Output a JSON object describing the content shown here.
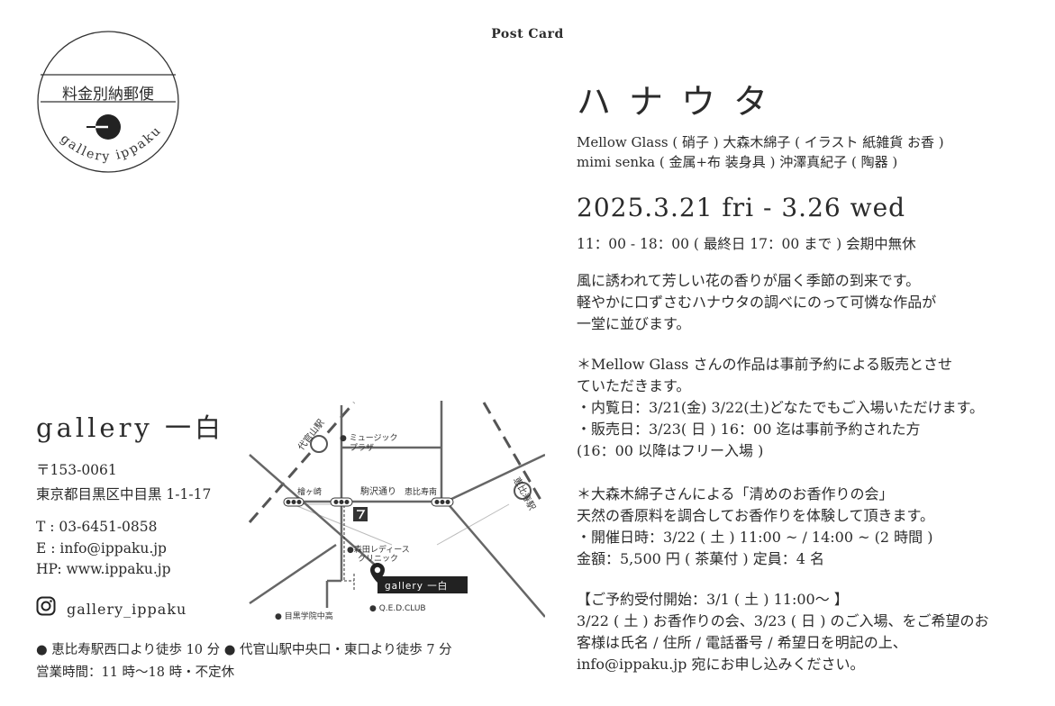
{
  "postcard_title": "Post Card",
  "stamp": {
    "label": "料金別納郵便",
    "arc_text": "gallery ippaku"
  },
  "gallery": {
    "name": "gallery 一白",
    "postal": "〒153-0061",
    "address": "東京都目黒区中目黒 1-1-17",
    "tel": "T :  03-6451-0858",
    "email": "E :  info@ippaku.jp",
    "hp": "HP:  www.ippaku.jp",
    "instagram": "gallery_ippaku",
    "access": "● 恵比寿駅西口より徒歩 10 分  ● 代官山駅中央口・東口より徒歩 7 分",
    "hours": "営業時間：11 時〜18 時・不定休"
  },
  "map": {
    "daikanyama": "代官山駅",
    "music_plaza_1": "● ミュージック",
    "music_plaza_2": "プラザ",
    "hinokizaka": "檜ヶ崎",
    "komazawa": "駒沢通り",
    "ebisu_minami": "恵比寿南",
    "ebisu": "恵比寿駅",
    "morita_1": "●森田レディース",
    "morita_2": "クリニック",
    "gallery_tag": "gallery  一白",
    "qed": "●  Q.E.D.CLUB",
    "meguro_school": "● 目黒学院中高"
  },
  "event": {
    "title": "ハナウタ",
    "artists_1": "Mellow Glass ( 硝子 )   大森木綿子 ( イラスト 紙雑貨 お香 )",
    "artists_2": "mimi senka ( 金属+布  装身具 )    沖澤真紀子 ( 陶器 )",
    "date": "2025.3.21 fri - 3.26 wed",
    "time": "11：00 - 18：00 ( 最終日 17：00 まで )  会期中無休",
    "p1": [
      "風に誘われて芳しい花の香りが届く季節の到来です。",
      "軽やかに口ずさむハナウタの調べにのって可憐な作品が",
      "一堂に並びます。"
    ],
    "p2": [
      "＊Mellow Glass さんの作品は事前予約による販売とさせ",
      "ていただきます。",
      "・内覧日：3/21(金) 3/22(土)どなたでもご入場いただけます。",
      "・販売日：3/23( 日 ) 16：00 迄は事前予約された方",
      "  (16：00 以降はフリー入場 )"
    ],
    "p3": [
      "＊大森木綿子さんによる「清めのお香作りの会」",
      "天然の香原料を調合してお香作りを体験して頂きます。",
      "・開催日時：3/22 ( 土 ) 11:00 ~ / 14:00 ~ (2 時間 )",
      "  金額：5,500 円 ( 茶菓付 ) 定員：4 名"
    ],
    "p4": [
      "【ご予約受付開始：3/1 ( 土 ) 11:00〜 】",
      "3/22 ( 土 ) お香作りの会、3/23 ( 日 ) のご入場、をご希望のお",
      "客様は氏名 / 住所 / 電話番号 / 希望日を明記の上、",
      "info@ippaku.jp 宛にお申し込みください。"
    ]
  }
}
